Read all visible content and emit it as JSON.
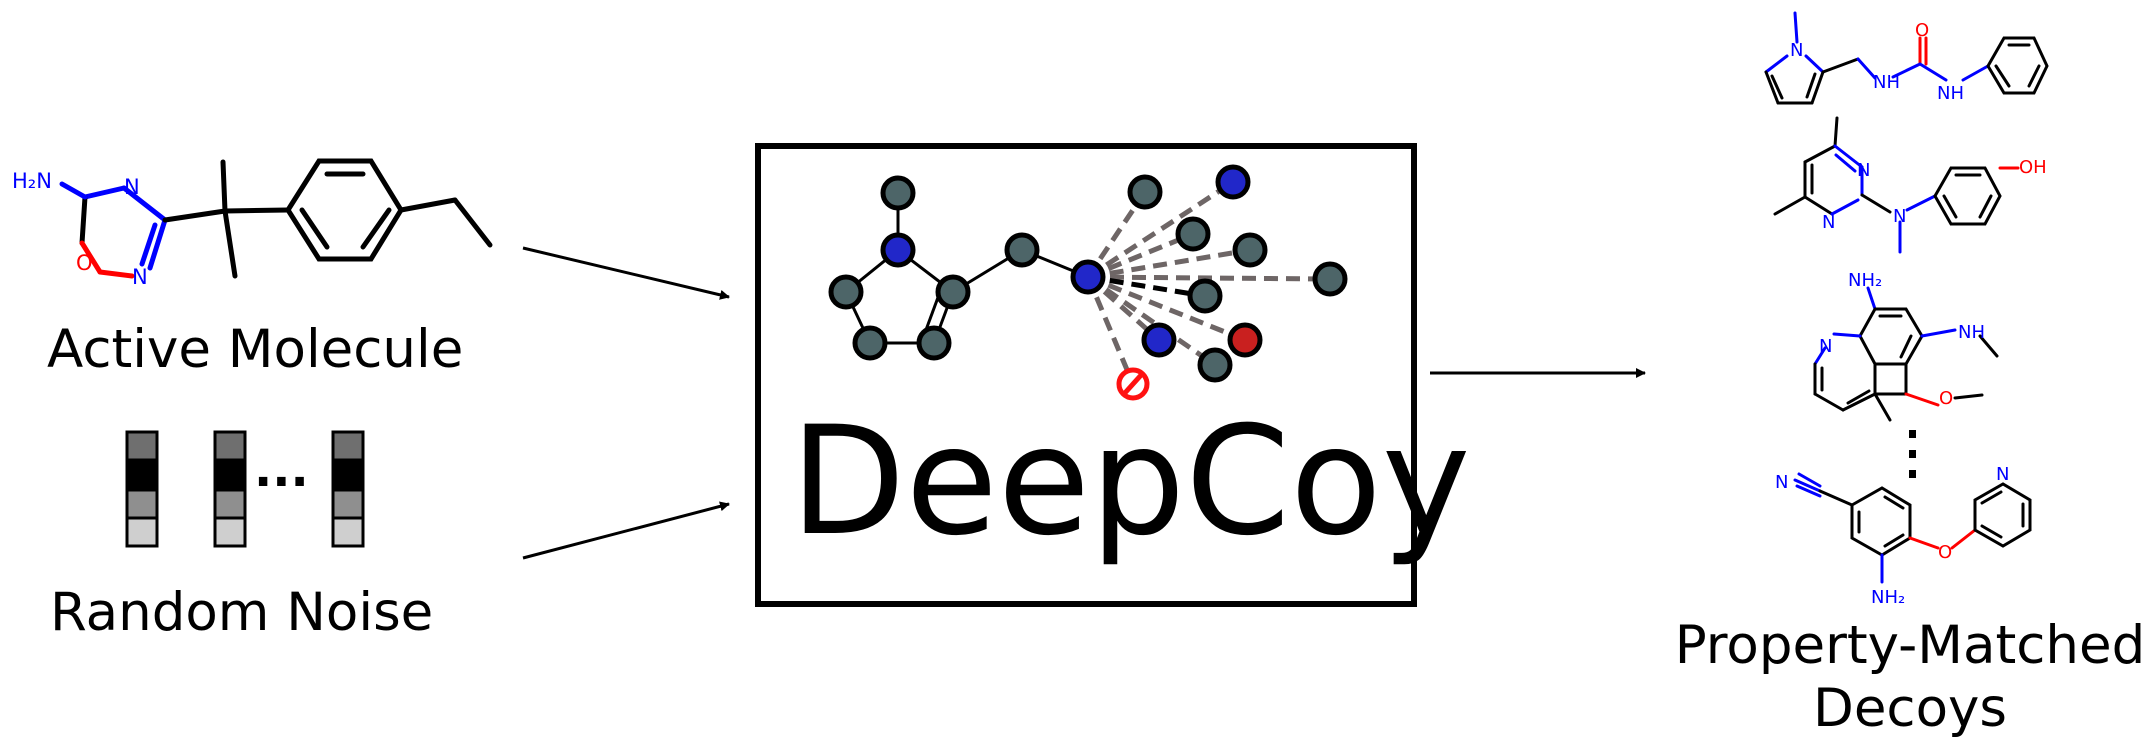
{
  "labels": {
    "active": "Active Molecule",
    "noise": "Random Noise",
    "noise_ellipsis": "···",
    "model": "DeepCoy",
    "output_line1": "Property-Matched",
    "output_line2": "Decoys",
    "decoy_ellipsis": "⋮"
  },
  "atoms": {
    "active_nh2": "H₂N",
    "active_n1": "N",
    "active_n2": "N",
    "active_o": "O",
    "d1_n": "N",
    "d1_nh1": "NH",
    "d1_nh2": "NH",
    "d1_o": "O",
    "d2_n1": "N",
    "d2_n2": "N",
    "d2_n3": "N",
    "d2_oh": "OH",
    "d3_nh2": "NH₂",
    "d3_n": "N",
    "d3_nh": "NH",
    "d3_o": "O",
    "d4_n": "N",
    "d4_n2": "N",
    "d4_o": "O",
    "d4_nh2": "NH₂"
  },
  "colors": {
    "node_gray": "#4d6568",
    "node_blue": "#2127c9",
    "node_red": "#c9201f",
    "edge_dash": "#6e6666",
    "atom_blue": "#0000ff",
    "atom_red": "#ff0000"
  }
}
